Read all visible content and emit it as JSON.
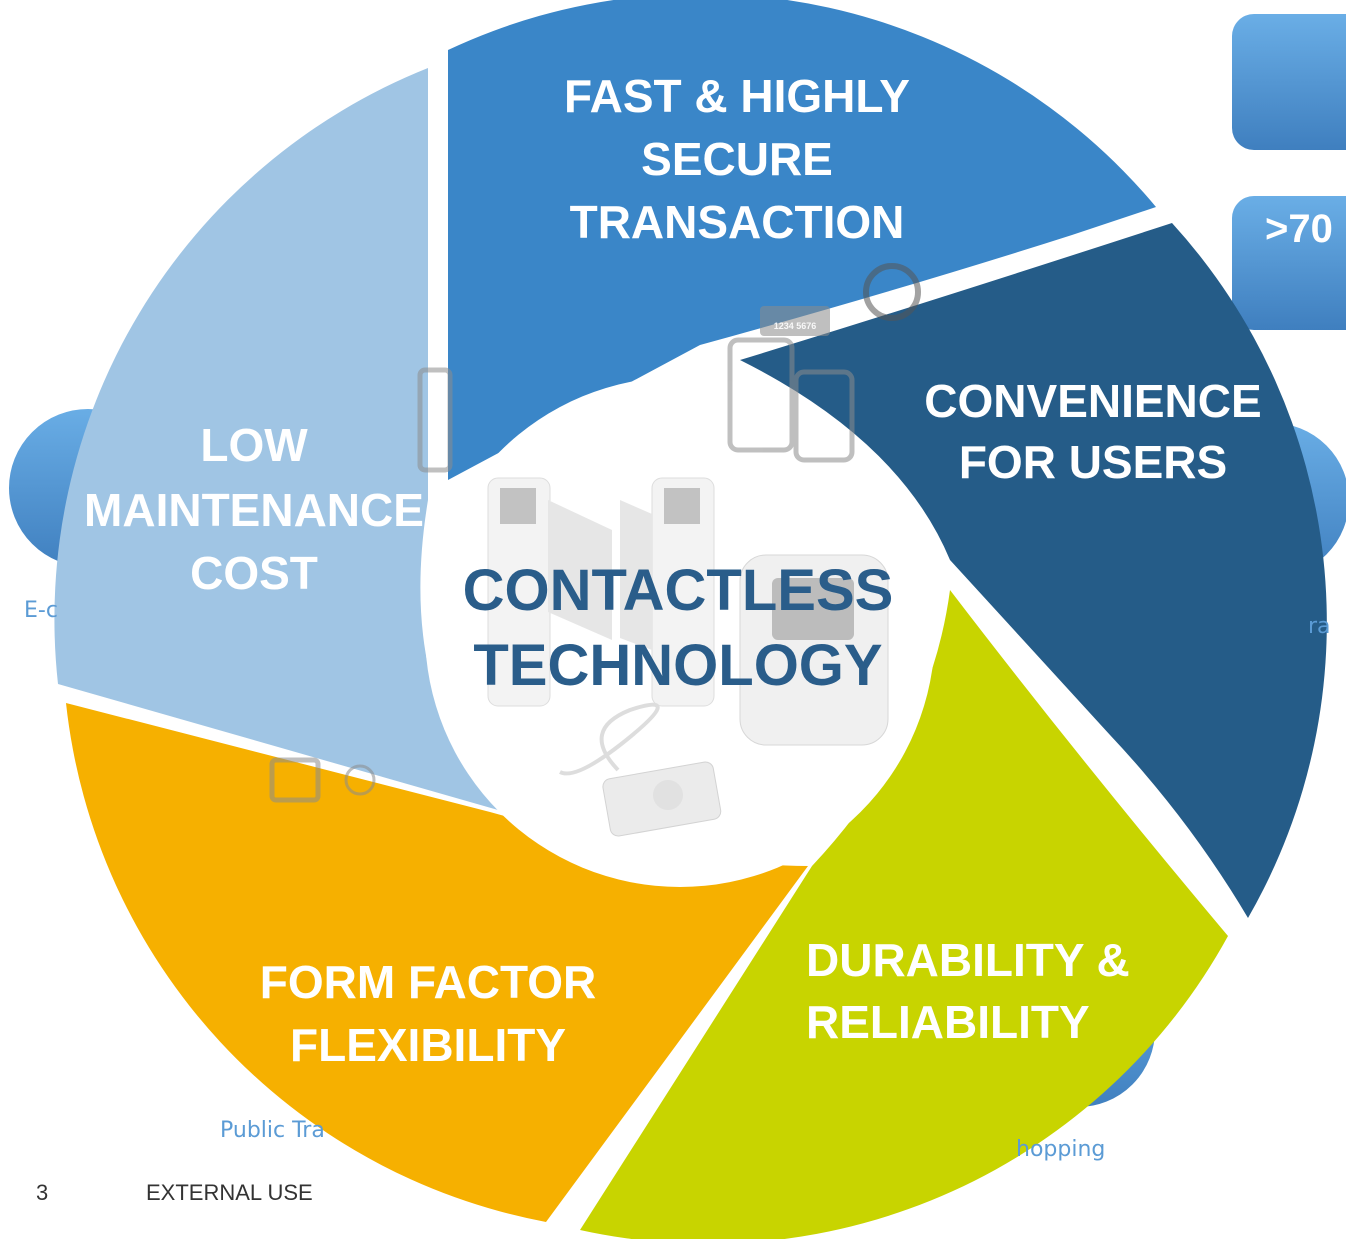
{
  "diagram": {
    "center": {
      "line1": "CONTACTLESS",
      "line2": "TECHNOLOGY"
    },
    "segments": [
      {
        "id": "fast",
        "lines": [
          "FAST & HIGHLY",
          "SECURE",
          "TRANSACTION"
        ],
        "color": "#3a86c8"
      },
      {
        "id": "convenience",
        "lines": [
          "CONVENIENCE",
          "FOR USERS"
        ],
        "color": "#255c88"
      },
      {
        "id": "durability",
        "lines": [
          "DURABILITY &",
          "RELIABILITY"
        ],
        "color": "#c8d400"
      },
      {
        "id": "form",
        "lines": [
          "FORM FACTOR",
          "FLEXIBILITY"
        ],
        "color": "#f6b000"
      },
      {
        "id": "maintenance",
        "lines": [
          "LOW",
          "MAINTENANCE",
          "COST"
        ],
        "color": "#a0c5e4"
      }
    ]
  },
  "background": {
    "labels": {
      "left": "E-c",
      "right": "ra",
      "public_transport": "Public Tra",
      "shopping": "hopping"
    },
    "right_box_text": ">70",
    "card_number": "1234 5676"
  },
  "footer": {
    "page_number": "3",
    "classification": "EXTERNAL USE"
  }
}
